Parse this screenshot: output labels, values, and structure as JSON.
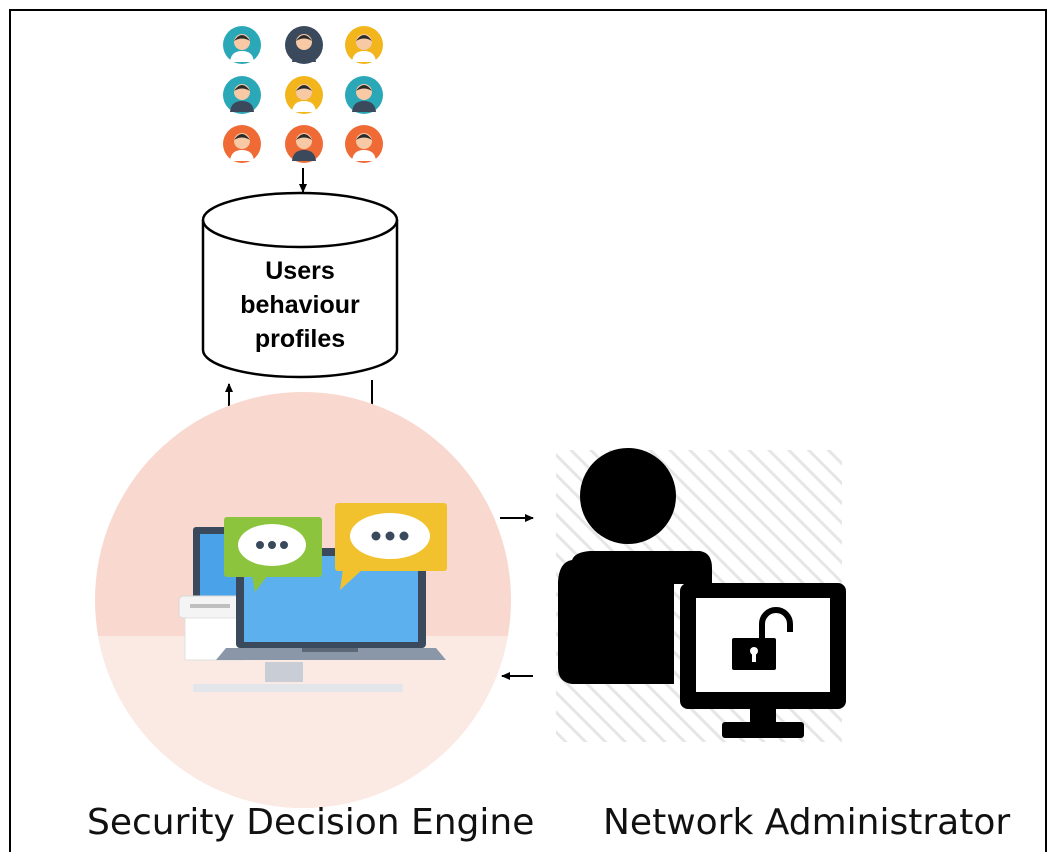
{
  "database": {
    "label_line1": "Users",
    "label_line2": "behaviour",
    "label_line3": "profiles"
  },
  "engine": {
    "caption": "Security Decision Engine"
  },
  "admin": {
    "caption": "Network Administrator"
  },
  "users": [
    {
      "icon": "user-avatar-icon",
      "bg": "#2aa8b8"
    },
    {
      "icon": "user-avatar-icon",
      "bg": "#3a4a5c"
    },
    {
      "icon": "user-avatar-icon",
      "bg": "#f2b61c"
    },
    {
      "icon": "user-avatar-icon",
      "bg": "#2aa8b8"
    },
    {
      "icon": "user-avatar-icon",
      "bg": "#f2b61c"
    },
    {
      "icon": "user-avatar-icon",
      "bg": "#2aa8b8"
    },
    {
      "icon": "user-avatar-icon",
      "bg": "#ef6a35"
    },
    {
      "icon": "user-avatar-icon",
      "bg": "#ef6a35"
    },
    {
      "icon": "user-avatar-icon",
      "bg": "#ef6a35"
    }
  ],
  "colors": {
    "engine_circle": "#f8d8cf",
    "bubble_green": "#8cc43e",
    "bubble_yellow": "#f2c12e",
    "screen_blue": "#4aa3e8",
    "admin_black": "#000000"
  }
}
